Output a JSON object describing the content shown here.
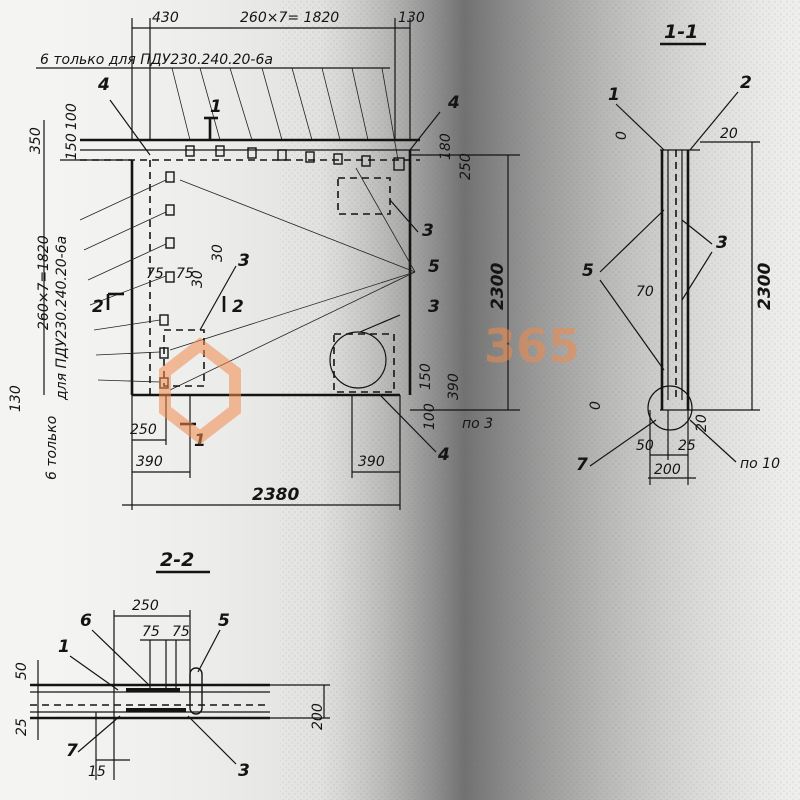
{
  "section_titles": {
    "s11": "1-1",
    "s22": "2-2"
  },
  "notes": {
    "top_note": "6 только  для  ПДУ230.240.20-6а",
    "left_note_a": "260×7=1820",
    "left_note_b": "для ПДУ230.240.20-6а",
    "left_note_c": "6 только"
  },
  "dims_plan": {
    "d430": "430",
    "d1820": "260×7= 1820",
    "d130_top": "130",
    "d350": "350",
    "d100": "100",
    "d150": "150",
    "d130_left": "130",
    "d180": "180",
    "d250_r": "250",
    "d2300": "2300",
    "d150_b": "150",
    "d390_r": "390",
    "d100_b": "100",
    "d250": "250",
    "d390": "390",
    "d390_b": "390",
    "d2380": "2380",
    "d30a": "30",
    "d30b": "30",
    "d75a": "75",
    "d75b": "75",
    "po3": "по 3"
  },
  "dims_11": {
    "d20": "20",
    "d2300": "2300",
    "d0a": "0",
    "d0b": "0",
    "d70": "70",
    "d20b": "20",
    "d50": "50",
    "d25": "25",
    "d200": "200",
    "po10": "по 10"
  },
  "dims_22": {
    "d250": "250",
    "d75a": "75",
    "d75b": "75",
    "d50": "50",
    "d200": "200",
    "d25": "25",
    "d15": "15"
  },
  "callouts": {
    "c1": "1",
    "c2": "2",
    "c3": "3",
    "c4": "4",
    "c5": "5",
    "c6": "6",
    "c7": "7",
    "cut1": "1",
    "cut2": "2"
  },
  "watermark": "365"
}
